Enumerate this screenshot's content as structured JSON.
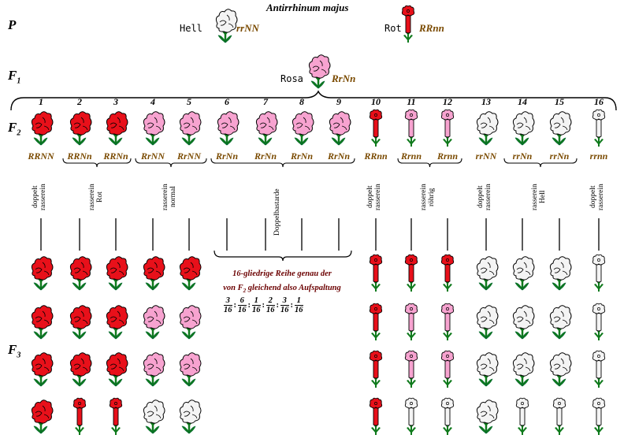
{
  "title": "Antirrhinum majus",
  "generations": {
    "p": "P",
    "f1": "F",
    "f1_sub": "1",
    "f2": "F",
    "f2_sub": "2",
    "f3": "F",
    "f3_sub": "3"
  },
  "parents": {
    "left": {
      "label": "Hell",
      "genotype": "rrNN"
    },
    "right": {
      "label": "Rot",
      "genotype": "RRnn"
    }
  },
  "f1": {
    "label": "Rosa",
    "genotype": "RrNn"
  },
  "f2_columns": [
    {
      "num": "1",
      "genotype": "RRNN",
      "flower": "red-open"
    },
    {
      "num": "2",
      "genotype": "RRNn",
      "flower": "red-open"
    },
    {
      "num": "3",
      "genotype": "RRNn",
      "flower": "red-open"
    },
    {
      "num": "4",
      "genotype": "RrNN",
      "flower": "pink-open"
    },
    {
      "num": "5",
      "genotype": "RrNN",
      "flower": "pink-open"
    },
    {
      "num": "6",
      "genotype": "RrNn",
      "flower": "pink-open"
    },
    {
      "num": "7",
      "genotype": "RrNn",
      "flower": "pink-open"
    },
    {
      "num": "8",
      "genotype": "RrNn",
      "flower": "pink-open"
    },
    {
      "num": "9",
      "genotype": "RrNn",
      "flower": "pink-open"
    },
    {
      "num": "10",
      "genotype": "RRnn",
      "flower": "red-tube"
    },
    {
      "num": "11",
      "genotype": "Rrnn",
      "flower": "pink-tube"
    },
    {
      "num": "12",
      "genotype": "Rrnn",
      "flower": "pink-tube"
    },
    {
      "num": "13",
      "genotype": "rrNN",
      "flower": "white-open"
    },
    {
      "num": "14",
      "genotype": "rrNn",
      "flower": "white-open"
    },
    {
      "num": "15",
      "genotype": "rrNn",
      "flower": "white-open"
    },
    {
      "num": "16",
      "genotype": "rrnn",
      "flower": "white-tube"
    }
  ],
  "group_labels": [
    {
      "text": "doppelt\nrasserein"
    },
    {
      "text": "rasserein\nRot"
    },
    {
      "text": "rasserein\nnormal"
    },
    {
      "text": "Doppelbastarde"
    },
    {
      "text": "doppelt\nrasserein"
    },
    {
      "text": "rasserein\nröhrig"
    },
    {
      "text": "doppelt\nrasserein"
    },
    {
      "text": "rasserein\nHell"
    },
    {
      "text": "doppelt\nrasserein"
    }
  ],
  "note": {
    "line1": "16-gliedrige Reihe genau der",
    "line2a": "von F",
    "line2_sub": "2",
    "line2b": " gleichend also Aufspaltung",
    "fractions": [
      {
        "num": "3",
        "den": "16"
      },
      {
        "num": "6",
        "den": "16"
      },
      {
        "num": "1",
        "den": "16"
      },
      {
        "num": "2",
        "den": "16"
      },
      {
        "num": "3",
        "den": "16"
      },
      {
        "num": "1",
        "den": "16"
      }
    ],
    "separator": ":"
  },
  "f3_grid": {
    "col1": [
      "red-open",
      "red-open",
      "red-open",
      "red-open"
    ],
    "col2": [
      "red-open",
      "red-open",
      "red-open",
      "red-tube"
    ],
    "col3": [
      "red-open",
      "red-open",
      "red-open",
      "red-tube"
    ],
    "col4": [
      "red-open",
      "pink-open",
      "pink-open",
      "white-open"
    ],
    "col5": [
      "red-open",
      "pink-open",
      "pink-open",
      "white-open"
    ],
    "col10": [
      "red-tube",
      "red-tube",
      "red-tube",
      "red-tube"
    ],
    "col11": [
      "red-tube",
      "pink-tube",
      "pink-tube",
      "white-tube"
    ],
    "col12": [
      "red-tube",
      "pink-tube",
      "pink-tube",
      "white-tube"
    ],
    "col13": [
      "white-open",
      "white-open",
      "white-open",
      "white-open"
    ],
    "col14": [
      "white-open",
      "white-open",
      "white-open",
      "white-tube"
    ],
    "col15": [
      "white-open",
      "white-open",
      "white-open",
      "white-tube"
    ],
    "col16": [
      "white-tube",
      "white-tube",
      "white-tube",
      "white-tube"
    ]
  },
  "colors": {
    "red": "#e8101a",
    "pink": "#f7a3d0",
    "white": "#f4f4f4",
    "leaf": "#0f7a1c",
    "outline": "#000000",
    "genotype_text": "#7a4a00",
    "note_text": "#6b0000"
  }
}
